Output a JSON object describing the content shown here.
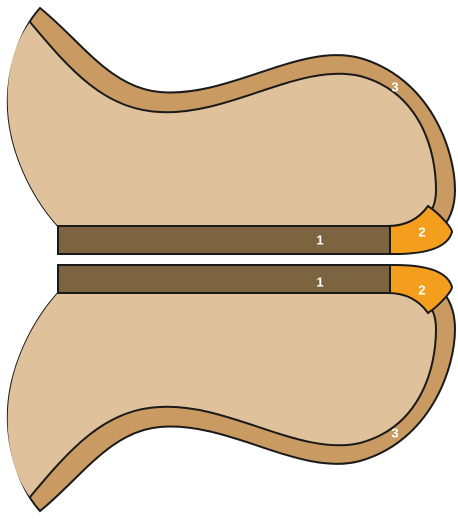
{
  "colors": {
    "body_fill": "#DFC29C",
    "band_fill": "#C99A62",
    "inner_strip": "#7D6440",
    "highlight": "#F49E1D",
    "outline": "#1A1A1A"
  },
  "labels": {
    "top": {
      "strip": "1",
      "tip": "2",
      "band": "3"
    },
    "bottom": {
      "strip": "1",
      "tip": "2",
      "band": "3"
    }
  }
}
